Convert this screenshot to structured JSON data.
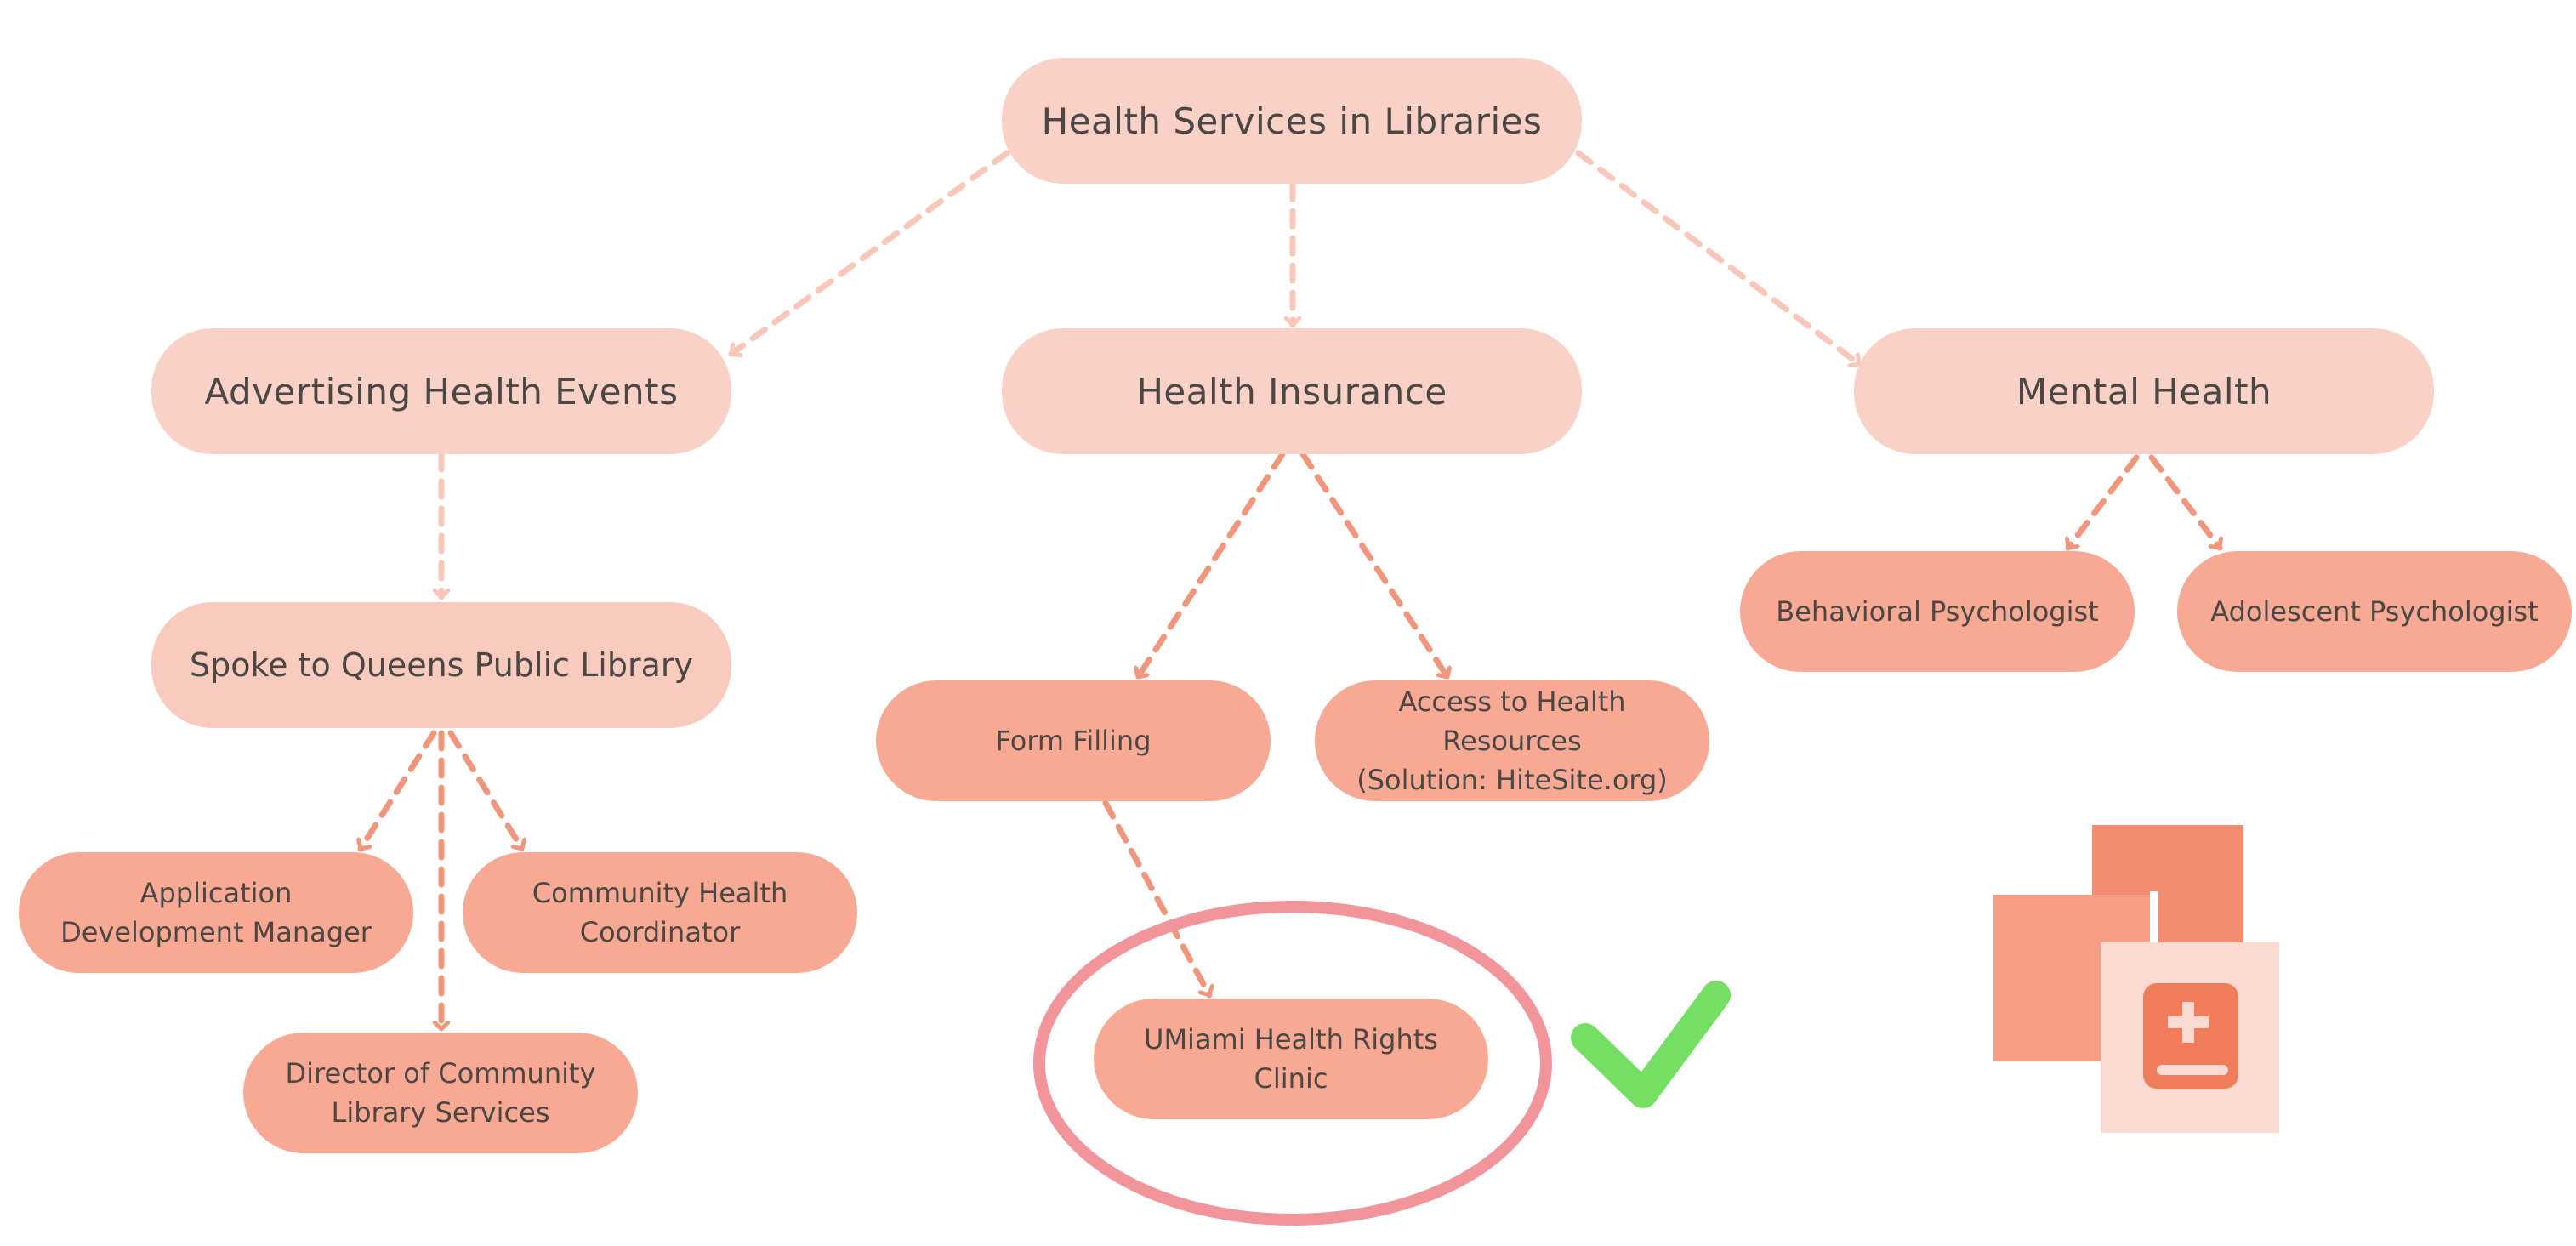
{
  "diagram": {
    "root": "Health Services in Libraries",
    "branches": [
      "Advertising Health Events",
      "Health Insurance",
      "Mental Health"
    ],
    "advertising": {
      "child": "Spoke to Queens Public Library",
      "contacts": {
        "app_dev": [
          "Application",
          "Development Manager"
        ],
        "community": [
          "Community Health",
          "Coordinator"
        ],
        "director": [
          "Director of Community",
          "Library Services"
        ]
      }
    },
    "insurance": {
      "form": "Form Filling",
      "access": [
        "Access to Health Resources",
        "(Solution: HiteSite.org)"
      ],
      "clinic": [
        "UMiami Health Rights",
        "Clinic"
      ]
    },
    "mental_health": {
      "children": [
        "Behavioral Psychologist",
        "Adolescent Psychologist"
      ]
    }
  },
  "colors": {
    "light_node": "#fad1c6",
    "dark_node": "#f7a994",
    "arrow_light": "#f9c7b9",
    "arrow_dark": "#ef967c",
    "highlight_ring": "#f2959a",
    "check": "#74df62",
    "icon_a": "#f48c70",
    "icon_b": "#f59e85",
    "icon_c": "#fbdad1",
    "icon_d": "#f07c5c"
  },
  "icons": [
    "check-mark-icon",
    "medical-book-icon"
  ]
}
